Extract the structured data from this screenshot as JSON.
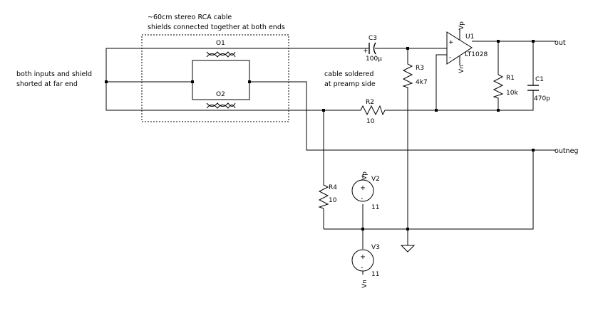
{
  "notes": {
    "cable_line1": "~60cm stereo RCA cable",
    "cable_line2": "shields connected together at both ends",
    "far_end_line1": "both inputs and shield",
    "far_end_line2": "shorted at far end",
    "soldered_line1": "cable soldered",
    "soldered_line2": "at preamp side"
  },
  "components": {
    "o1": {
      "ref": "O1"
    },
    "o2": {
      "ref": "O2"
    },
    "c3": {
      "ref": "C3",
      "value": "100µ",
      "polarity": "+"
    },
    "r3": {
      "ref": "R3",
      "value": "4k7"
    },
    "r2": {
      "ref": "R2",
      "value": "10"
    },
    "r1": {
      "ref": "R1",
      "value": "10k"
    },
    "c1": {
      "ref": "C1",
      "value": "470p"
    },
    "r4": {
      "ref": "R4",
      "value": "10"
    },
    "u1": {
      "ref": "U1",
      "value": "LT1028",
      "vp": "Vp",
      "vn": "Vn",
      "plus": "+",
      "minus": "-"
    },
    "v2": {
      "ref": "V2",
      "value": "11",
      "net": "Vp"
    },
    "v3": {
      "ref": "V3",
      "value": "11",
      "net": "Vn"
    }
  },
  "nets": {
    "out": "out",
    "outneg": "outneg"
  }
}
